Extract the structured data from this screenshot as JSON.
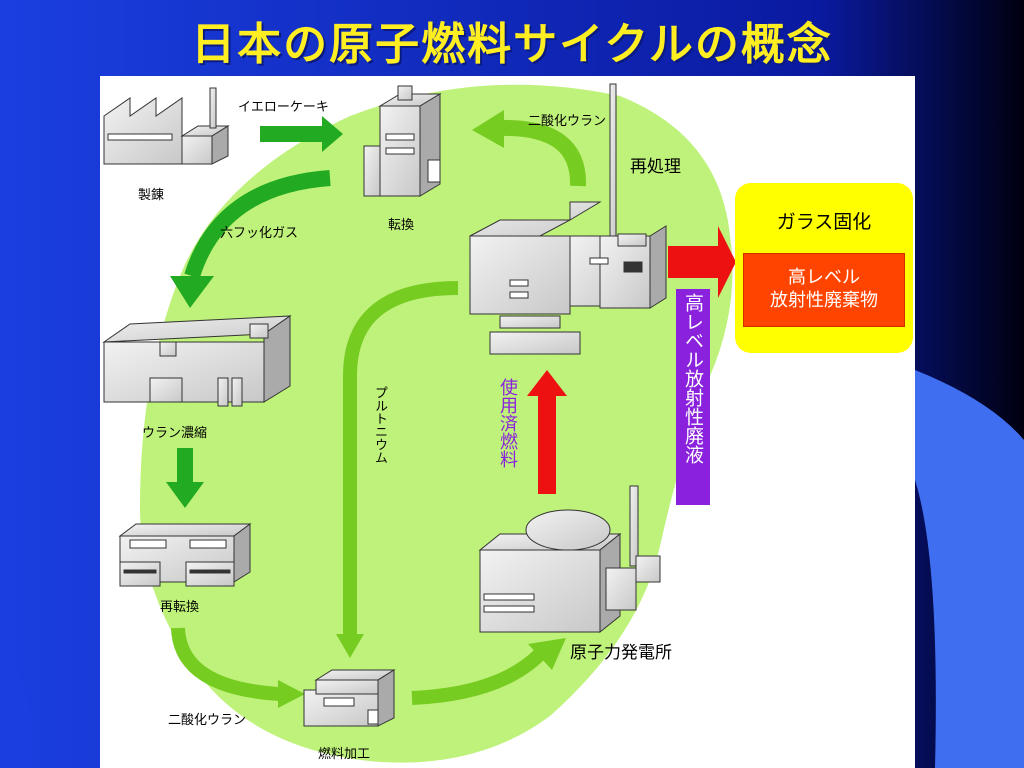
{
  "title": "日本の原子燃料サイクルの概念",
  "labels": {
    "seiren": "製錬",
    "yellowcake": "イエローケーキ",
    "tenkan": "転換",
    "uf6": "六フッ化ガス",
    "enrichment": "ウラン濃縮",
    "reconversion": "再転換",
    "uo2_bottom": "二酸化ウラン",
    "fabrication": "燃料加工",
    "uo2_top": "二酸化ウラン",
    "reprocessing": "再処理",
    "plutonium": "プルトニウム",
    "spent_fuel": "使用済燃料",
    "power_plant": "原子力発電所",
    "hl_liquid": "高レベル放射性廃液",
    "vitrification": "ガラス固化",
    "hlw_line1": "高レベル",
    "hlw_line2": "放射性廃棄物"
  },
  "colors": {
    "background": "#1a3fe0",
    "title": "#ffee22",
    "green_area": "#bff27a",
    "green_arrow": "#22aa22",
    "light_arrow": "#77cc22",
    "red_arrow": "#ee1111",
    "glass_box": "#ffff00",
    "hlw_box": "#ff4400",
    "liquid_box": "#8a22dd"
  }
}
